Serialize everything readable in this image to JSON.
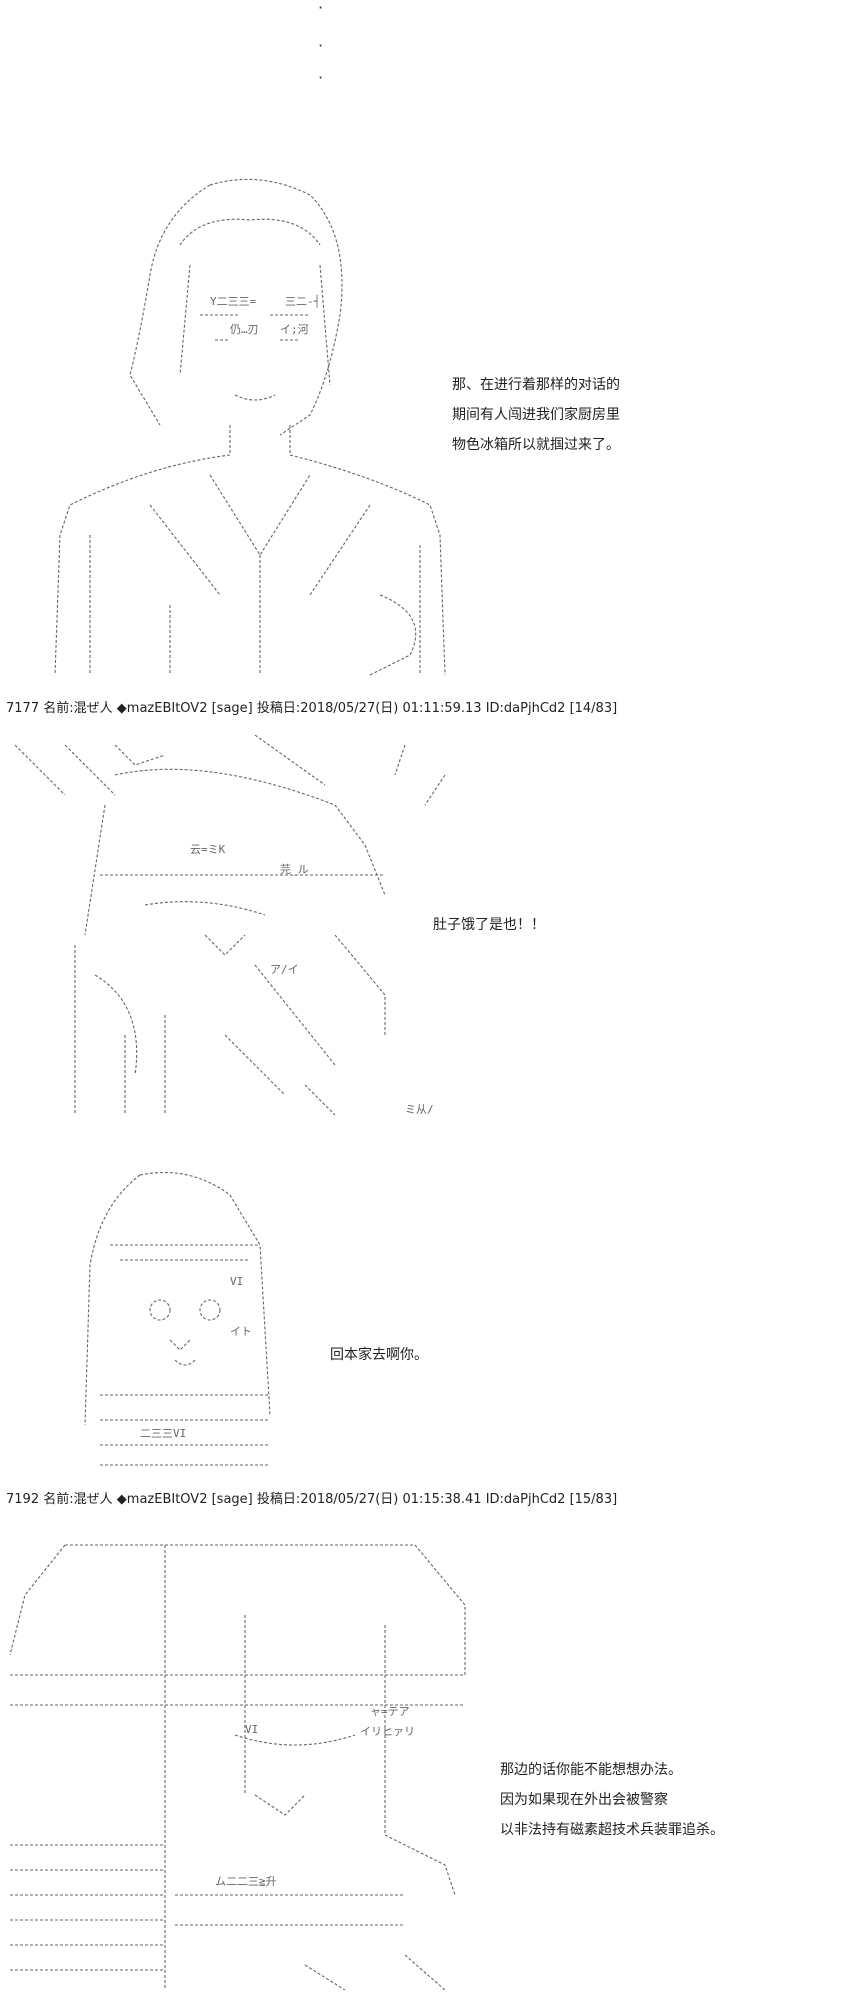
{
  "dots": [
    "·",
    "·",
    "·"
  ],
  "posts": [
    {
      "number": "7177",
      "name_label": "名前:",
      "name": "混ぜ人",
      "trip": "◆mazEBItOV2",
      "mail": "[sage]",
      "date_label": "投稿日:",
      "date": "2018/05/27(日) 01:11:59.13",
      "id": "ID:daPjhCd2",
      "count": "[14/83]"
    },
    {
      "number": "7192",
      "name_label": "名前:",
      "name": "混ぜ人",
      "trip": "◆mazEBItOV2",
      "mail": "[sage]",
      "date_label": "投稿日:",
      "date": "2018/05/27(日) 01:15:38.41",
      "id": "ID:daPjhCd2",
      "count": "[15/83]"
    }
  ],
  "captions": {
    "panel1": [
      "那、在进行着那样的对话的",
      "期间有人闯进我们家厨房里",
      "物色冰箱所以就掴过来了。"
    ],
    "panel2": [
      "肚子饿了是也！！"
    ],
    "panel3": [
      "回本家去啊你。"
    ],
    "panel4": [
      "那边的话你能不能想想办法。",
      "因为如果现在外出会被警察",
      "以非法持有磁素超技术兵装罪追杀。"
    ]
  },
  "art_fragments": {
    "panel1": [
      "仍…刃",
      "イ;河",
      "Y二三三=",
      "三二-┤"
    ],
    "panel2": [
      "云=ミK",
      "芫_ル",
      "ア/イ",
      "ミ从/"
    ],
    "panel3": [
      "VI",
      "イト",
      "二三三VI"
    ],
    "panel4": [
      "VI",
      "ャ=テア",
      "イリヒァリ",
      "ム二二三≧升"
    ]
  }
}
